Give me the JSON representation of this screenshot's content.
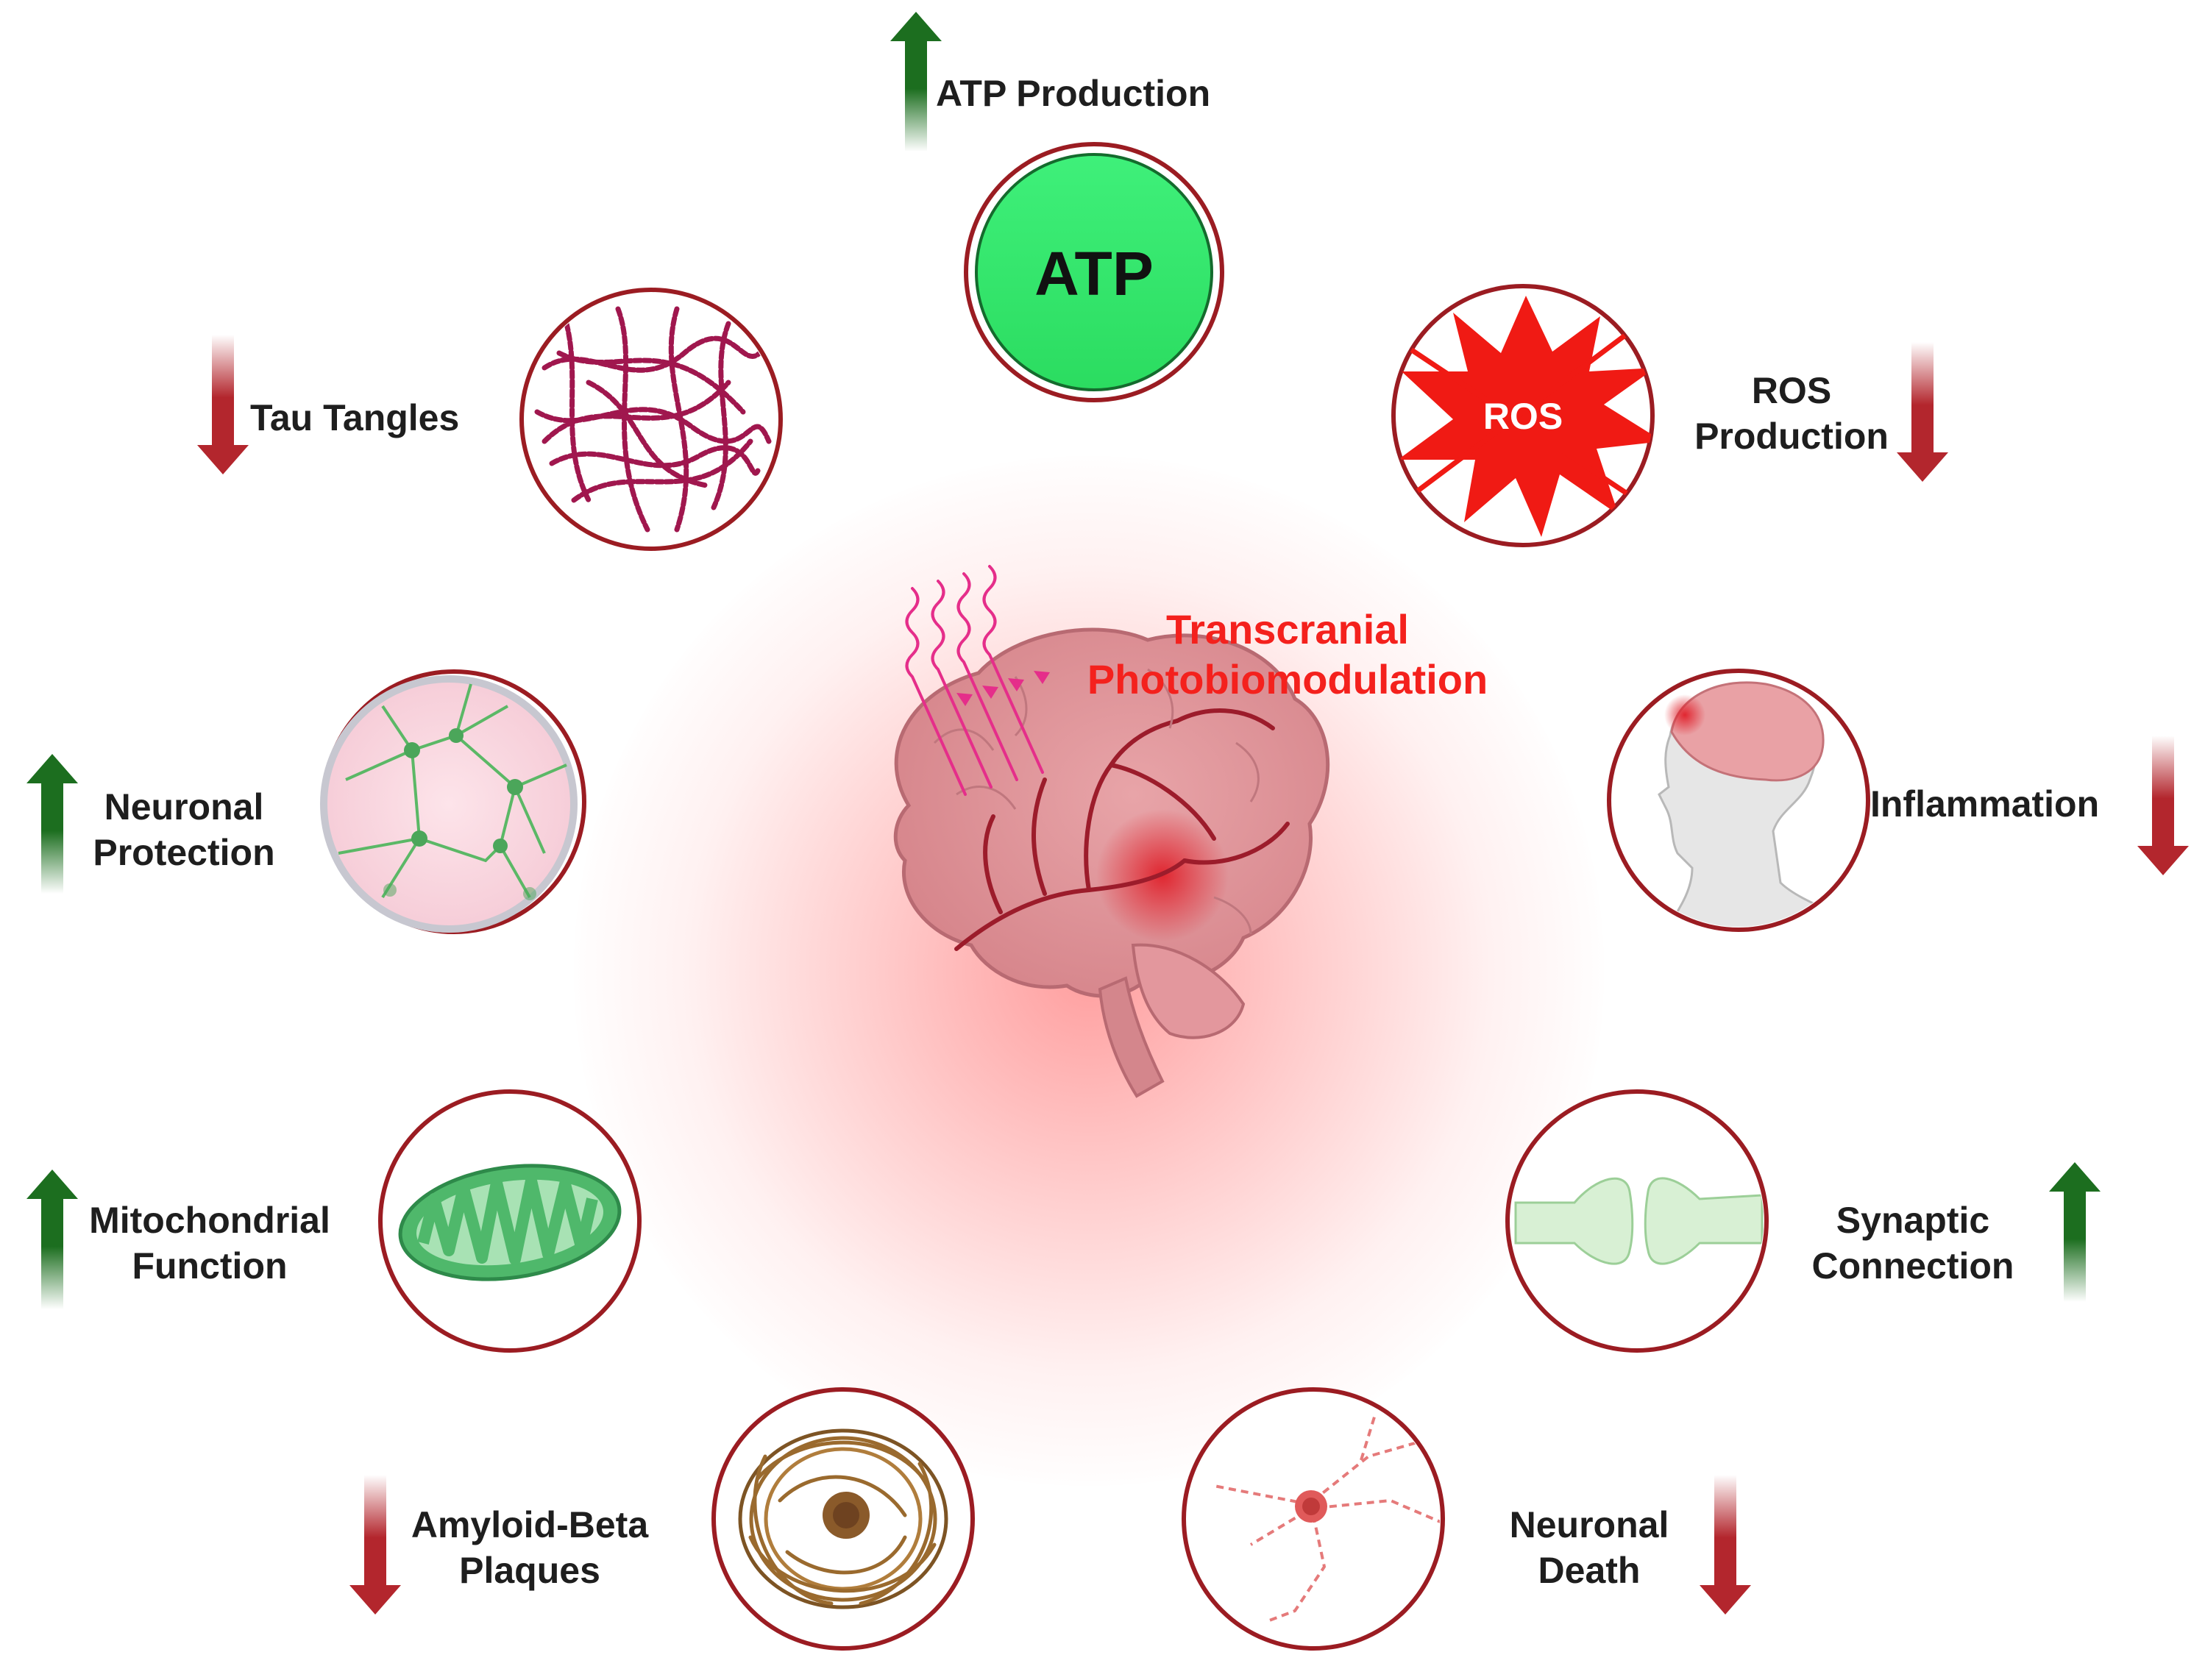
{
  "center": {
    "title_line1": "Transcranial",
    "title_line2": "Photobiomodulation"
  },
  "nodes": [
    {
      "id": "atp",
      "lines": [
        "ATP Production"
      ],
      "circle_text": "ATP",
      "direction": "up"
    },
    {
      "id": "ros",
      "lines": [
        "ROS",
        "Production"
      ],
      "circle_text": "ROS",
      "direction": "down"
    },
    {
      "id": "tau",
      "lines": [
        "Tau Tangles"
      ],
      "direction": "down"
    },
    {
      "id": "neuronal-protection",
      "lines": [
        "Neuronal",
        "Protection"
      ],
      "direction": "up"
    },
    {
      "id": "inflammation",
      "lines": [
        "Inflammation"
      ],
      "direction": "down"
    },
    {
      "id": "mitochondrial",
      "lines": [
        "Mitochondrial",
        "Function"
      ],
      "direction": "up"
    },
    {
      "id": "synaptic",
      "lines": [
        "Synaptic",
        "Connection"
      ],
      "direction": "up"
    },
    {
      "id": "amyloid",
      "lines": [
        "Amyloid-Beta",
        "Plaques"
      ],
      "direction": "down"
    },
    {
      "id": "neuronal-death",
      "lines": [
        "Neuronal",
        "Death"
      ],
      "direction": "down"
    }
  ],
  "colors": {
    "up_arrow": "#1c6e1f",
    "down_arrow": "#b3262d",
    "circle_border": "#9b1c22",
    "atp_fill": "#33e86b",
    "ros_fill": "#f01a14",
    "title": "#f4211d"
  }
}
